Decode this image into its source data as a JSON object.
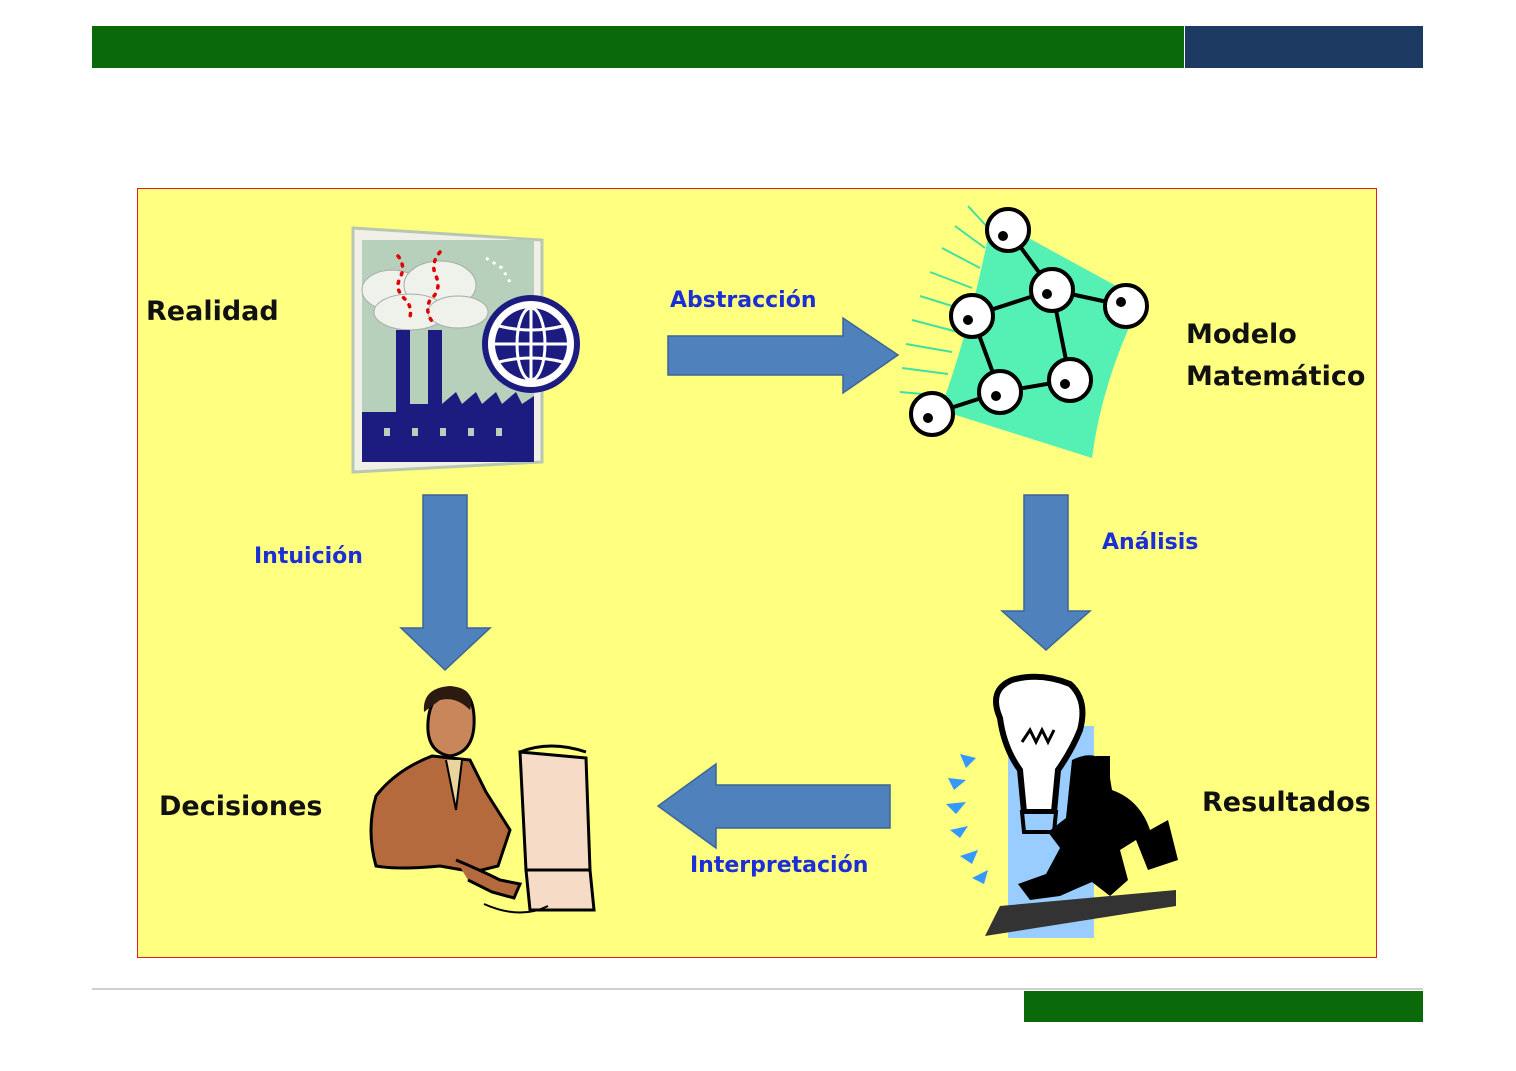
{
  "colors": {
    "header_green": "#0a6a0a",
    "header_navy": "#1d3a63",
    "panel_fill": "#ffff80",
    "panel_border": "#e02020",
    "arrow_fill": "#4f81bd",
    "edge_label_color": "#1c2fd6"
  },
  "nodes": {
    "realidad": {
      "label": "Realidad",
      "icon": "factory-globe-icon"
    },
    "modelo": {
      "label_line1": "Modelo",
      "label_line2": "Matemático",
      "icon": "molecule-network-icon"
    },
    "resultados": {
      "label": "Resultados",
      "icon": "lightbulb-person-icon"
    },
    "decisiones": {
      "label": "Decisiones",
      "icon": "person-at-computer-icon"
    }
  },
  "edges": {
    "abstraccion": {
      "label": "Abstracción",
      "direction": "right"
    },
    "analisis": {
      "label": "Análisis",
      "direction": "down"
    },
    "interpretacion": {
      "label": "Interpretación",
      "direction": "left"
    },
    "intuicion": {
      "label": "Intuición",
      "direction": "down"
    }
  }
}
